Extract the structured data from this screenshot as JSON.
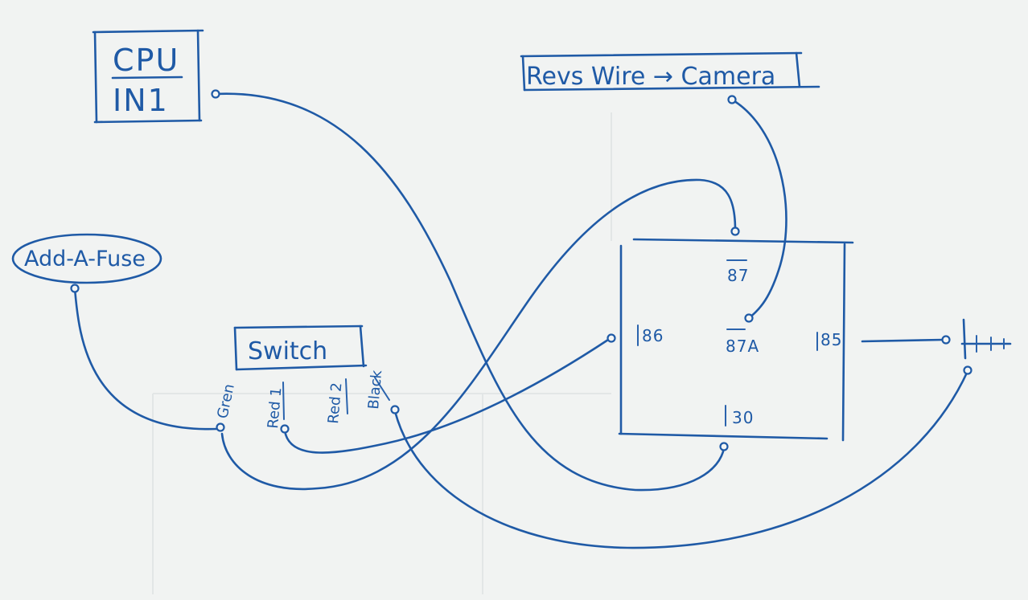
{
  "cpu": {
    "line1": "CPU",
    "line2": "IN1"
  },
  "revs": {
    "label": "Revs Wire → Camera"
  },
  "fuse": {
    "label": "Add-A-Fuse"
  },
  "switch": {
    "label": "Switch",
    "pins": {
      "green": "Gren",
      "red1": "Red 1",
      "red2": "Red 2",
      "black": "Black"
    }
  },
  "relay": {
    "pins": {
      "p87": "87",
      "p87a": "87A",
      "p86": "86",
      "p85": "85",
      "p30": "30"
    }
  },
  "ground": {
    "icon": "ground-icon"
  },
  "colors": {
    "ink": "#1f5aa6",
    "paper": "#f1f3f2"
  }
}
